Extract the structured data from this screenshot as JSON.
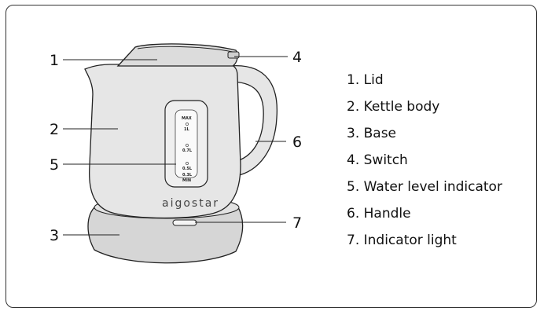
{
  "callouts": [
    {
      "number": "1",
      "label": "1. Lid"
    },
    {
      "number": "2",
      "label": "2. Kettle body"
    },
    {
      "number": "3",
      "label": "3. Base"
    },
    {
      "number": "4",
      "label": "4. Switch"
    },
    {
      "number": "5",
      "label": "5. Water level indicator"
    },
    {
      "number": "6",
      "label": "6. Handle"
    },
    {
      "number": "7",
      "label": "7. Indicator light"
    }
  ],
  "kettle": {
    "brand": "aigostar",
    "gauge_marks": [
      "MAX",
      "1L",
      "0.7L",
      "0.5L",
      "0.3L",
      "MIN"
    ]
  },
  "colors": {
    "body": "#e6e6e6",
    "base": "#d6d6d6",
    "outline": "#222222",
    "frame": "#333333"
  }
}
